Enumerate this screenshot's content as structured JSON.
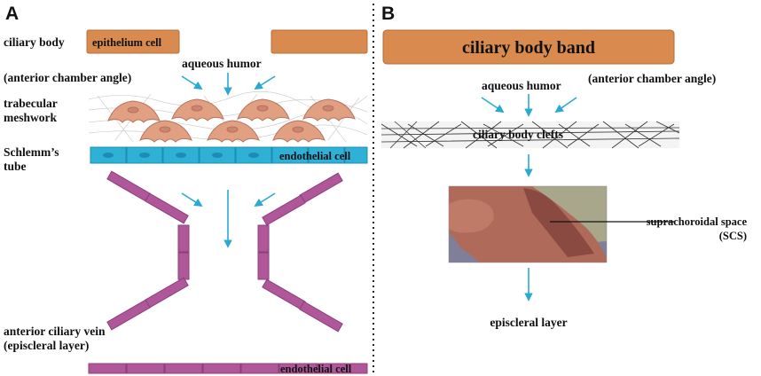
{
  "panel_a": {
    "letter": "A",
    "label_ciliary_body": "ciliary body",
    "label_epithelium_cell": "epithelium cell",
    "label_aqueous_humor": "aqueous humor",
    "label_anterior_chamber_angle": "(anterior chamber angle)",
    "label_trabecular_line1": "trabecular",
    "label_trabecular_line2": "meshwork",
    "label_schlemm_line1": "Schlemm’s",
    "label_schlemm_line2": "tube",
    "label_endothelial_cell": "endothelial cell",
    "label_vein_line1": "anterior ciliary vein",
    "label_vein_line2": "(episcleral layer)",
    "label_endothelial_cell_bottom": "endothelial cell"
  },
  "panel_b": {
    "letter": "B",
    "label_ciliary_body_band": "ciliary body band",
    "label_aqueous_humor": "aqueous humor",
    "label_anterior_chamber_angle": "(anterior chamber angle)",
    "label_ciliary_body_clefts": "ciliary body clefts",
    "label_scs_line1": "suprachoroidal space",
    "label_scs_line2": "(SCS)",
    "label_episcleral_layer": "episcleral layer"
  },
  "colors": {
    "orange_band": "#d98a4f",
    "schlemm_blue": "#2fb0d6",
    "vein_purple": "#b0579a",
    "cell_pink": "#e2a083",
    "arrow_blue": "#2aa9d2",
    "scs_brown": "#9a564a"
  }
}
